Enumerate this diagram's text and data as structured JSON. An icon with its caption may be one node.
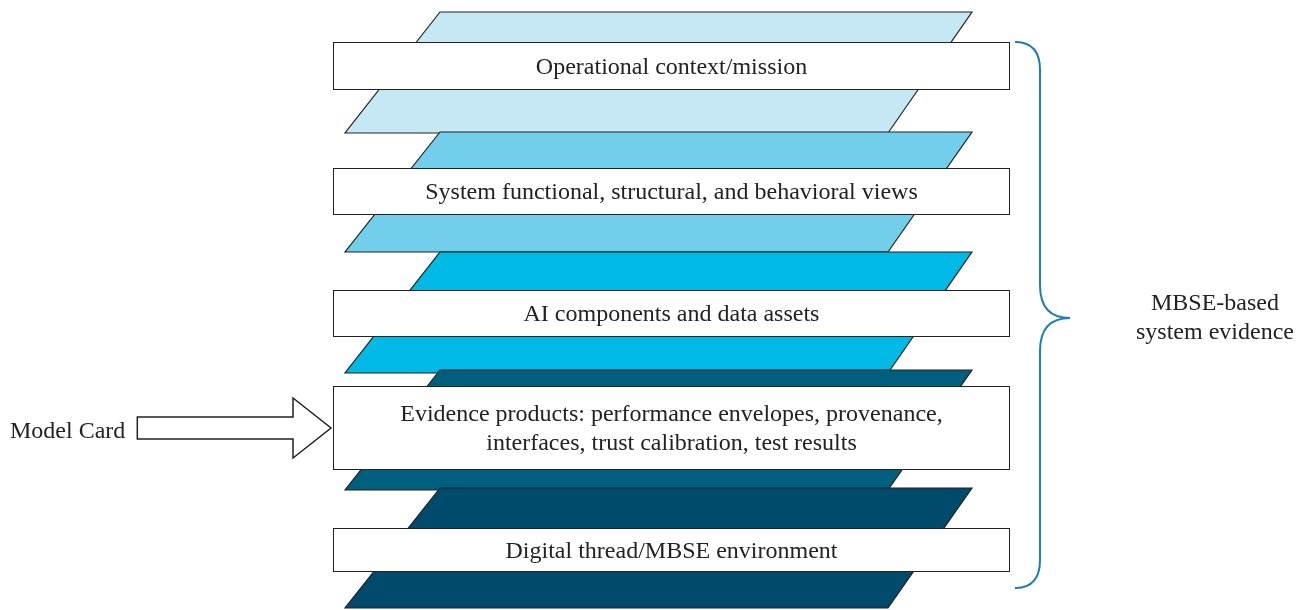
{
  "diagram": {
    "nodes": [
      {
        "text": [
          "Operational context/mission"
        ]
      },
      {
        "text": [
          "System functional, structural, and behavioral views"
        ]
      },
      {
        "text": [
          "AI components and data assets"
        ]
      },
      {
        "text": [
          "Evidence products: performance envelopes, provenance, interfaces, trust calibration, test results"
        ]
      },
      {
        "text": [
          "Digital thread/MBSE environment"
        ]
      },
      {
        "text": [
          "Model Card"
        ]
      }
    ],
    "edges": [
      {
        "from": 5,
        "to": 3,
        "arrow": "to"
      }
    ],
    "labels": [
      "MBSE-based system evidence"
    ]
  }
}
